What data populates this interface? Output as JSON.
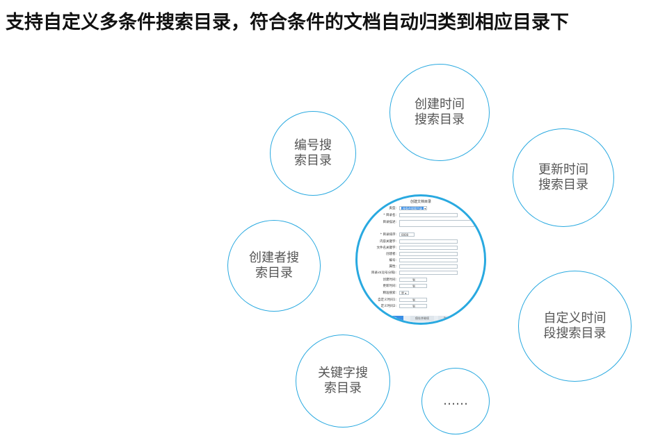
{
  "title": "支持自定义多条件搜索目录，符合条件的文档自动归类到相应目录下",
  "colors": {
    "accent": "#29a9e0",
    "title_text": "#111111",
    "bubble_text": "#555555"
  },
  "bubbles": {
    "created_time": "创建时间\n搜索目录",
    "number": "编号搜\n索目录",
    "updated_time": "更新时间\n搜索目录",
    "creator": "创建者搜\n索目录",
    "custom_time": "自定义时间\n段搜索目录",
    "keyword": "关键字搜\n索目录",
    "more": "……"
  },
  "form": {
    "title": "创建文档目录",
    "rows": [
      {
        "label": "类型:",
        "value": "按条件搜索目录"
      },
      {
        "label": "* 目录名:",
        "value": ""
      },
      {
        "label": "目录描述:",
        "value": ""
      },
      {
        "label": "* 目录排序:",
        "value": "0000"
      },
      {
        "label": "内容关键字:",
        "value": ""
      },
      {
        "label": "文件名关键字:",
        "value": ""
      },
      {
        "label": "创建者:",
        "value": ""
      },
      {
        "label": "编号:",
        "value": ""
      },
      {
        "label": "属性:",
        "value": ""
      },
      {
        "label": "目录id(逗号分隔):",
        "value": ""
      },
      {
        "label": "创建时间:",
        "value": "到"
      },
      {
        "label": "更新时间:",
        "value": "到"
      },
      {
        "label": "精准搜索:",
        "value": "是"
      },
      {
        "label": "自定义时间1:",
        "value": "到"
      },
      {
        "label": "定义时间2:",
        "value": "到"
      }
    ],
    "buttons": {
      "primary": "确定",
      "secondary": "保存并继续",
      "third": "取"
    }
  }
}
